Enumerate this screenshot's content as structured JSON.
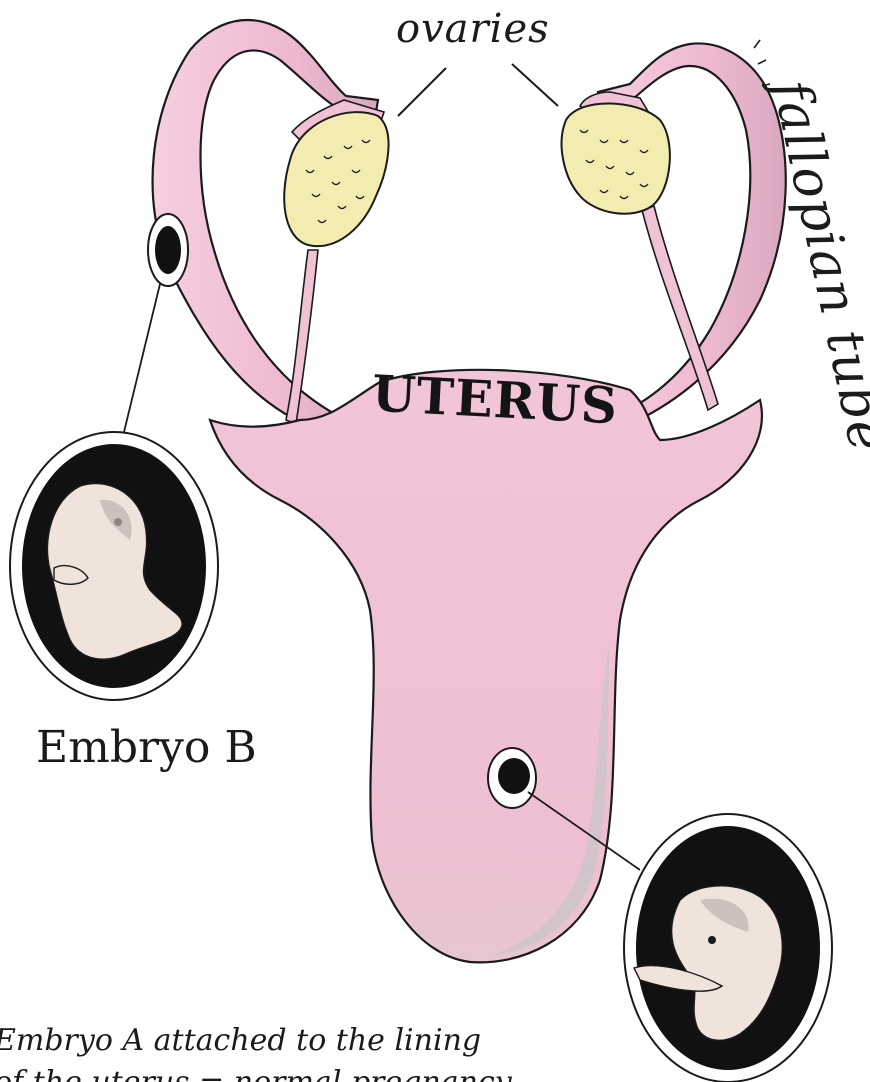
{
  "labels": {
    "ovaries": "ovaries",
    "fallopian_tube": "fallopian tube",
    "uterus": "UTERUS",
    "embryo_b": "Embryo B",
    "caption_line1": "Embryo A attached to the lining",
    "caption_line2": "of the uterus = normal pregnancy"
  },
  "colors": {
    "uterus_pink": "#f0c2d6",
    "uterus_shadow": "#c9c4c8",
    "ovary_yellow": "#f3ecb0",
    "embryo_cavity": "#111111",
    "embryo_skin": "#efe3dc",
    "ink": "#1b1b1b"
  }
}
